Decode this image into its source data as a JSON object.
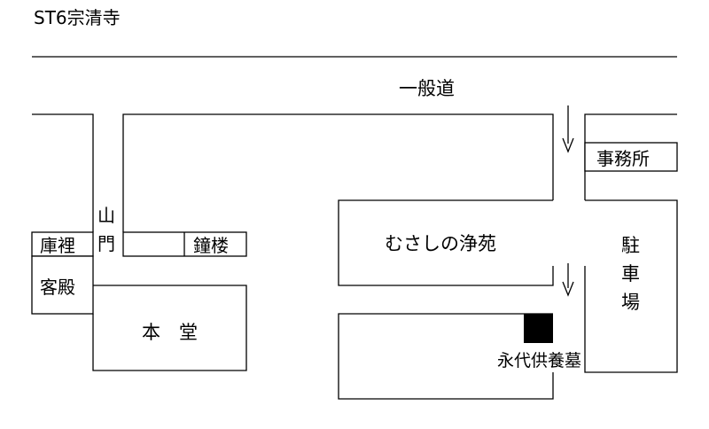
{
  "title": "ST6宗清寺",
  "road_label": "一般道",
  "buildings": {
    "office": "事務所",
    "garden": "むさしの浄苑",
    "parking": [
      "駐",
      "車",
      "場"
    ],
    "storehouse": "庫裡",
    "sanmon": [
      "山",
      "門"
    ],
    "bell_tower": "鐘楼",
    "guest_hall": "客殿",
    "main_hall": "本　堂",
    "tomb": "永代供養墓"
  },
  "colors": {
    "line": "#000000",
    "tomb_marker": "#000000"
  }
}
